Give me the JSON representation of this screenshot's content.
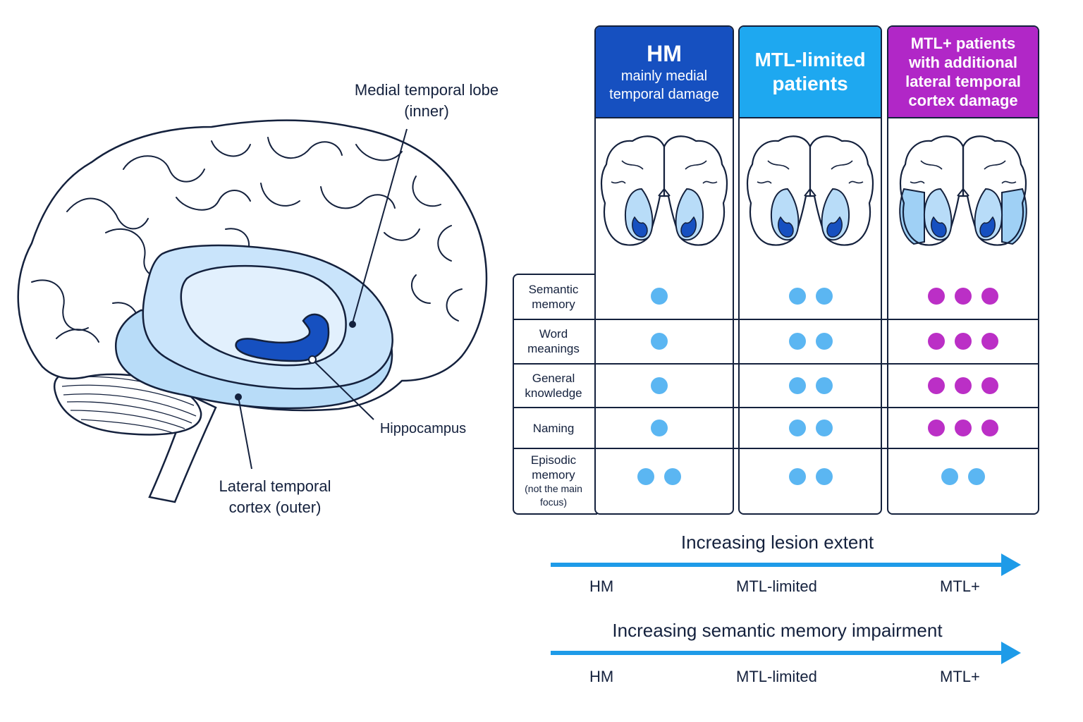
{
  "brain": {
    "labels": {
      "medial_temporal_lobe": "Medial temporal lobe\n(inner)",
      "hippocampus": "Hippocampus",
      "lateral_temporal_cortex": "Lateral temporal\ncortex (outer)"
    }
  },
  "table": {
    "columns": [
      {
        "title": "HM",
        "subtitle": "mainly medial\ntemporal damage",
        "color": "#1650c0"
      },
      {
        "title": "MTL-limited\npatients",
        "subtitle": "",
        "color": "#1ea8f0"
      },
      {
        "title": "MTL+ patients\nwith additional\nlateral temporal\ncortex damage",
        "subtitle": "",
        "color": "#b127c7"
      }
    ],
    "rows": [
      {
        "label": "Semantic\nmemory",
        "note": "",
        "dots": [
          1,
          2,
          3
        ]
      },
      {
        "label": "Word\nmeanings",
        "note": "",
        "dots": [
          1,
          2,
          3
        ]
      },
      {
        "label": "General\nknowledge",
        "note": "",
        "dots": [
          1,
          2,
          3
        ]
      },
      {
        "label": "Naming",
        "note": "",
        "dots": [
          1,
          2,
          3
        ]
      },
      {
        "label": "Episodic\nmemory",
        "note": "(not the main\nfocus)",
        "dots": [
          2,
          2,
          2
        ]
      }
    ],
    "dot_colors": [
      "#5bb6f2",
      "#5bb6f2",
      "#bb2fc6"
    ],
    "episodic_dot_color": "#5bb6f2"
  },
  "scales": [
    {
      "title": "Increasing lesion extent",
      "ticks": [
        "HM",
        "MTL-limited",
        "MTL+"
      ]
    },
    {
      "title": "Increasing semantic memory impairment",
      "ticks": [
        "HM",
        "MTL-limited",
        "MTL+"
      ]
    }
  ]
}
